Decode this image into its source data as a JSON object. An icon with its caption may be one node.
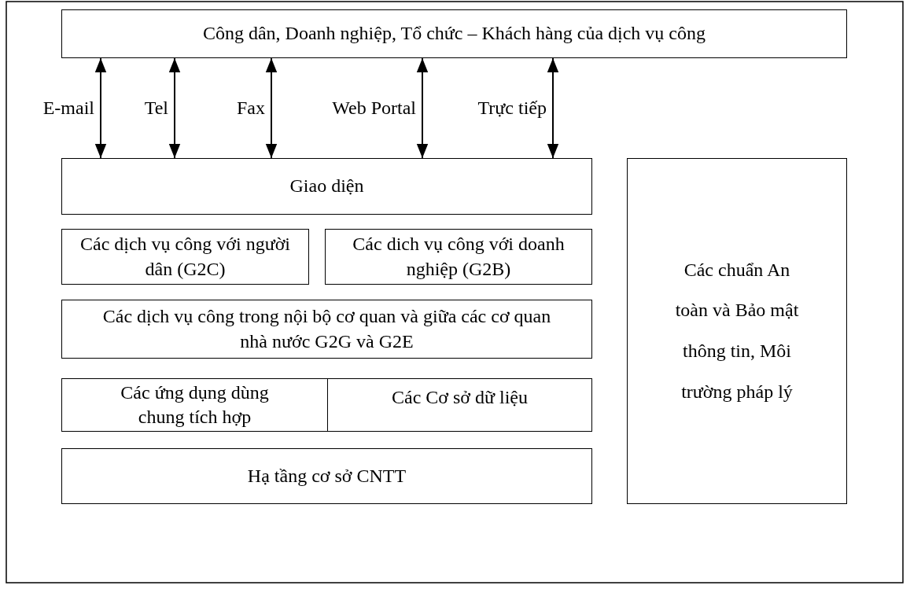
{
  "diagram": {
    "nodes": [
      {
        "text": [
          "Công dân, Doanh nghiệp, Tổ chức – Khách hàng của dịch vụ công"
        ]
      },
      {
        "text": [
          "Giao diện"
        ]
      },
      {
        "text": [
          "Các dịch vụ công với người dân (G2C)"
        ]
      },
      {
        "text": [
          "Các dich vụ công với doanh nghiệp (G2B)"
        ]
      },
      {
        "text": [
          "Các dịch vụ công trong nội bộ cơ quan và giữa các cơ quan nhà nước G2G và G2E"
        ]
      },
      {
        "text": [
          "Các ứng dụng dùng chung tích hợp"
        ]
      },
      {
        "text": [
          "Các Cơ sở dữ liệu"
        ]
      },
      {
        "text": [
          "Hạ tầng cơ sở CNTT"
        ]
      },
      {
        "text": [
          "Các chuẩn An toàn và Bảo mật thông tin, Môi trường pháp lý"
        ]
      }
    ],
    "edges": [
      {
        "from": 0,
        "to": 1,
        "arrow": "both",
        "label": "E-mail"
      },
      {
        "from": 0,
        "to": 1,
        "arrow": "both",
        "label": "Tel"
      },
      {
        "from": 0,
        "to": 1,
        "arrow": "both",
        "label": "Fax"
      },
      {
        "from": 0,
        "to": 1,
        "arrow": "both",
        "label": "Web Portal"
      },
      {
        "from": 0,
        "to": 1,
        "arrow": "both",
        "label": "Trực tiếp"
      }
    ]
  }
}
